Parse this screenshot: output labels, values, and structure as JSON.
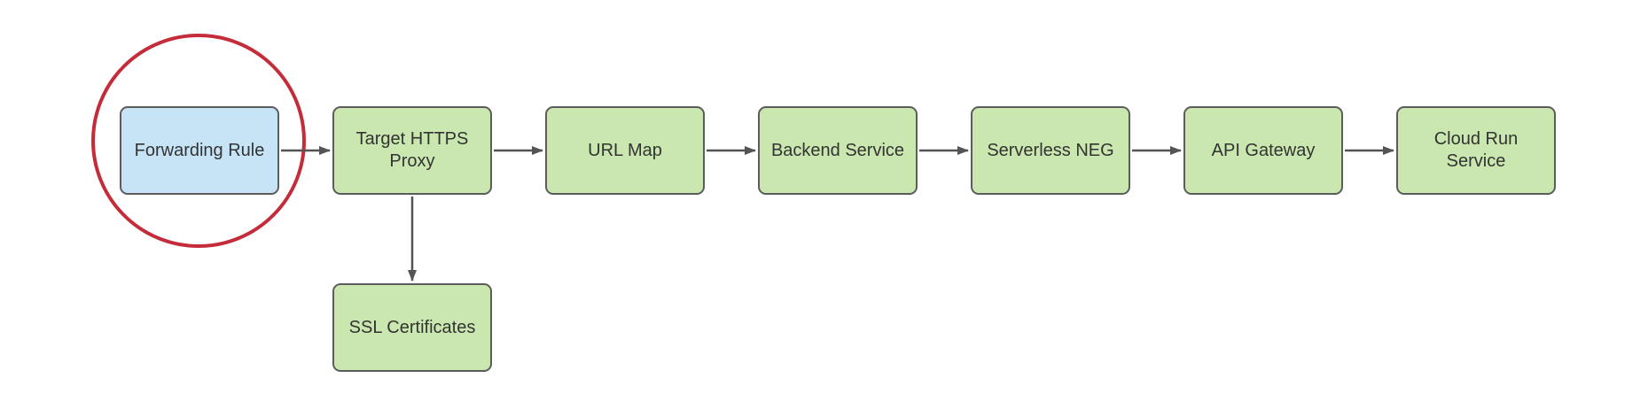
{
  "diagram": {
    "background": "#ffffff",
    "nodes": [
      {
        "id": "forwarding-rule",
        "label": "Forwarding Rule",
        "fill": "#c7e4f7",
        "border": "#5c5c5c",
        "highlighted": true
      },
      {
        "id": "target-https-proxy",
        "label": "Target HTTPS\nProxy",
        "fill": "#c9e7ae",
        "border": "#5c5c5c",
        "highlighted": false
      },
      {
        "id": "url-map",
        "label": "URL Map",
        "fill": "#c9e7ae",
        "border": "#5c5c5c",
        "highlighted": false
      },
      {
        "id": "backend-service",
        "label": "Backend Service",
        "fill": "#c9e7ae",
        "border": "#5c5c5c",
        "highlighted": false
      },
      {
        "id": "serverless-neg",
        "label": "Serverless NEG",
        "fill": "#c9e7ae",
        "border": "#5c5c5c",
        "highlighted": false
      },
      {
        "id": "api-gateway",
        "label": "API Gateway",
        "fill": "#c9e7ae",
        "border": "#5c5c5c",
        "highlighted": false
      },
      {
        "id": "cloud-run-service",
        "label": "Cloud Run\nService",
        "fill": "#c9e7ae",
        "border": "#5c5c5c",
        "highlighted": false
      },
      {
        "id": "ssl-certificates",
        "label": "SSL Certificates",
        "fill": "#c9e7ae",
        "border": "#5c5c5c",
        "highlighted": false
      }
    ],
    "edges": [
      {
        "from": "forwarding-rule",
        "to": "target-https-proxy"
      },
      {
        "from": "target-https-proxy",
        "to": "url-map"
      },
      {
        "from": "url-map",
        "to": "backend-service"
      },
      {
        "from": "backend-service",
        "to": "serverless-neg"
      },
      {
        "from": "serverless-neg",
        "to": "api-gateway"
      },
      {
        "from": "api-gateway",
        "to": "cloud-run-service"
      },
      {
        "from": "target-https-proxy",
        "to": "ssl-certificates"
      }
    ],
    "edge_color": "#545454",
    "annotation": {
      "shape": "circle",
      "around": "forwarding-rule",
      "color": "#c52c3a"
    }
  }
}
